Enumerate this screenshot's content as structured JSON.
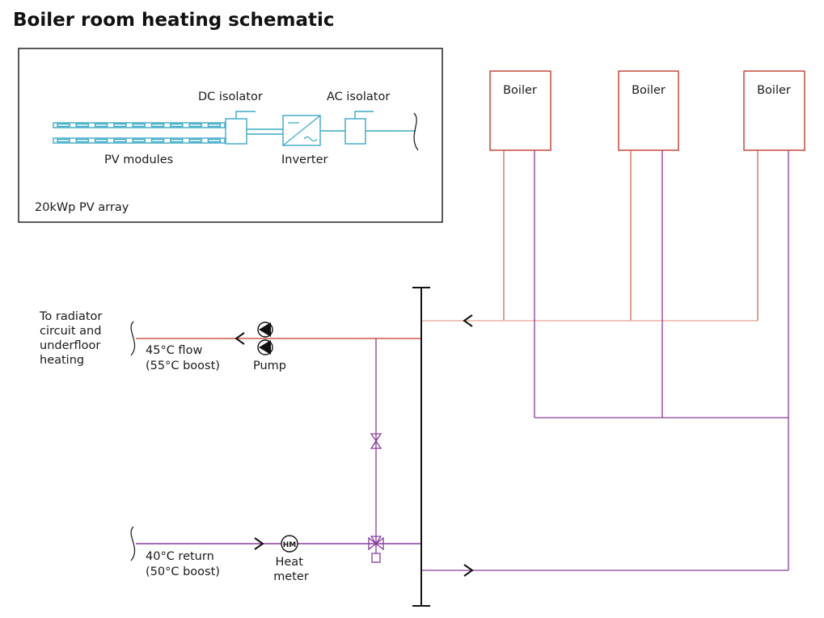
{
  "title": "Boiler room heating schematic",
  "colors": {
    "flow": "#cd5a43",
    "flow_light": "#eab3a3",
    "return": "#8a3c9c",
    "pv": "#39a9c4",
    "boiler_border": "#c23b2e",
    "ink": "#111111"
  },
  "pv_panel": {
    "dc_isolator": "DC isolator",
    "ac_isolator": "AC isolator",
    "pv_modules": "PV modules",
    "inverter": "Inverter",
    "array_label": "20kWp PV array"
  },
  "boilers": [
    {
      "label": "Boiler"
    },
    {
      "label": "Boiler"
    },
    {
      "label": "Boiler"
    }
  ],
  "circuit": {
    "to_lines": [
      "To radiator",
      "circuit and",
      "underfloor",
      "heating"
    ],
    "flow_lines": [
      "45°C flow",
      "(55°C boost)"
    ],
    "pump": "Pump",
    "return_lines": [
      "40°C return",
      "(50°C boost)"
    ],
    "heat_meter_lines": [
      "Heat",
      "meter"
    ],
    "hm_symbol": "HM"
  }
}
